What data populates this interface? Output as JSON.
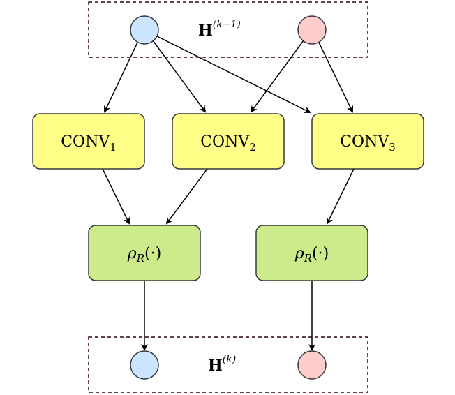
{
  "layers": {
    "input": {
      "symbol": "H",
      "superscript": "(k−1)"
    },
    "output": {
      "symbol": "H",
      "superscript": "(k)"
    }
  },
  "conv_blocks": [
    {
      "base": "CONV",
      "sub": "1"
    },
    {
      "base": "CONV",
      "sub": "2"
    },
    {
      "base": "CONV",
      "sub": "3"
    }
  ],
  "rho_blocks": [
    {
      "symbol": "ρ",
      "sub": "R",
      "arg": "(·)"
    },
    {
      "symbol": "ρ",
      "sub": "R",
      "arg": "(·)"
    }
  ],
  "colors": {
    "node_blue": "#cce5ff",
    "node_pink": "#ffcccc",
    "conv_fill": "#ffff88",
    "rho_fill": "#cdeb8b",
    "box_stroke": "#36393d",
    "dashed_border": "#33001a",
    "arrow": "#000000"
  }
}
